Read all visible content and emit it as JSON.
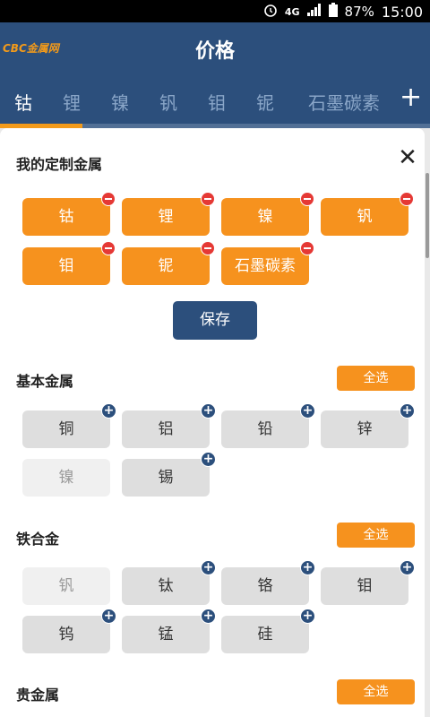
{
  "status": {
    "network": "4G",
    "battery": "87%",
    "time": "15:00"
  },
  "header": {
    "brand": "CBC金属网",
    "title": "价格"
  },
  "tabs": [
    "钴",
    "锂",
    "镍",
    "钒",
    "钼",
    "铌",
    "石墨碳素"
  ],
  "custom": {
    "title": "我的定制金属",
    "chips": [
      "钴",
      "锂",
      "镍",
      "钒",
      "钼",
      "铌",
      "石墨碳素"
    ],
    "save_label": "保存"
  },
  "sections": [
    {
      "title": "基本金属",
      "select_all": "全选",
      "chips": [
        {
          "label": "铜",
          "state": "add"
        },
        {
          "label": "铝",
          "state": "add"
        },
        {
          "label": "铅",
          "state": "add"
        },
        {
          "label": "锌",
          "state": "add"
        },
        {
          "label": "镍",
          "state": "disabled"
        },
        {
          "label": "锡",
          "state": "add"
        }
      ]
    },
    {
      "title": "铁合金",
      "select_all": "全选",
      "chips": [
        {
          "label": "钒",
          "state": "disabled"
        },
        {
          "label": "钛",
          "state": "add"
        },
        {
          "label": "铬",
          "state": "add"
        },
        {
          "label": "钼",
          "state": "add"
        },
        {
          "label": "钨",
          "state": "add"
        },
        {
          "label": "锰",
          "state": "add"
        },
        {
          "label": "硅",
          "state": "add"
        }
      ]
    },
    {
      "title": "贵金属",
      "select_all": "全选",
      "chips": []
    }
  ]
}
